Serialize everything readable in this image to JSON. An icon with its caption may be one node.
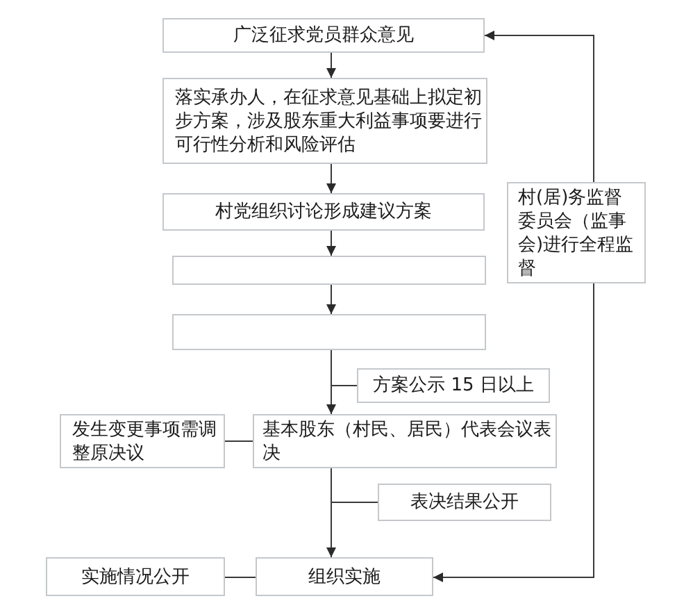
{
  "diagram": {
    "nodes": [
      {
        "text": [
          "广泛征求党员群众意见"
        ]
      },
      {
        "text": [
          "落实承办人，在征求意见基础上拟定初步方案，涉及股东重大利益事项要进行可行性分析和风险评估"
        ]
      },
      {
        "text": [
          "村党组织讨论形成建议方案"
        ]
      },
      {
        "text": [
          "村(居)务监督委员会（监事会)进行全程监督"
        ]
      },
      {
        "text": [],
        "shape": "box"
      },
      {
        "text": [],
        "shape": "box"
      },
      {
        "text": [
          "方案公示 15 日以上"
        ]
      },
      {
        "text": [
          "发生变更事项需调整原决议"
        ]
      },
      {
        "text": [
          "基本股东（村民、居民）代表会议表决"
        ]
      },
      {
        "text": [
          "表决结果公开"
        ]
      },
      {
        "text": [
          "实施情况公开"
        ]
      },
      {
        "text": [
          "组织实施"
        ]
      }
    ],
    "edges": [
      {
        "from": 0,
        "to": 1,
        "arrow": "to"
      },
      {
        "from": 1,
        "to": 2,
        "arrow": "to"
      },
      {
        "from": 2,
        "to": 4,
        "arrow": "to"
      },
      {
        "from": 4,
        "to": 5,
        "arrow": "to"
      },
      {
        "from": 5,
        "to": 8,
        "arrow": "to"
      },
      {
        "from": 6,
        "to": null,
        "arrow": "none"
      },
      {
        "from": 7,
        "to": 8,
        "arrow": "none"
      },
      {
        "from": 8,
        "to": 11,
        "arrow": "to"
      },
      {
        "from": 9,
        "to": null,
        "arrow": "none"
      },
      {
        "from": 10,
        "to": 11,
        "arrow": "none"
      },
      {
        "from": 3,
        "to": 0,
        "arrow": "to"
      },
      {
        "from": 3,
        "to": 11,
        "arrow": "to"
      }
    ]
  }
}
